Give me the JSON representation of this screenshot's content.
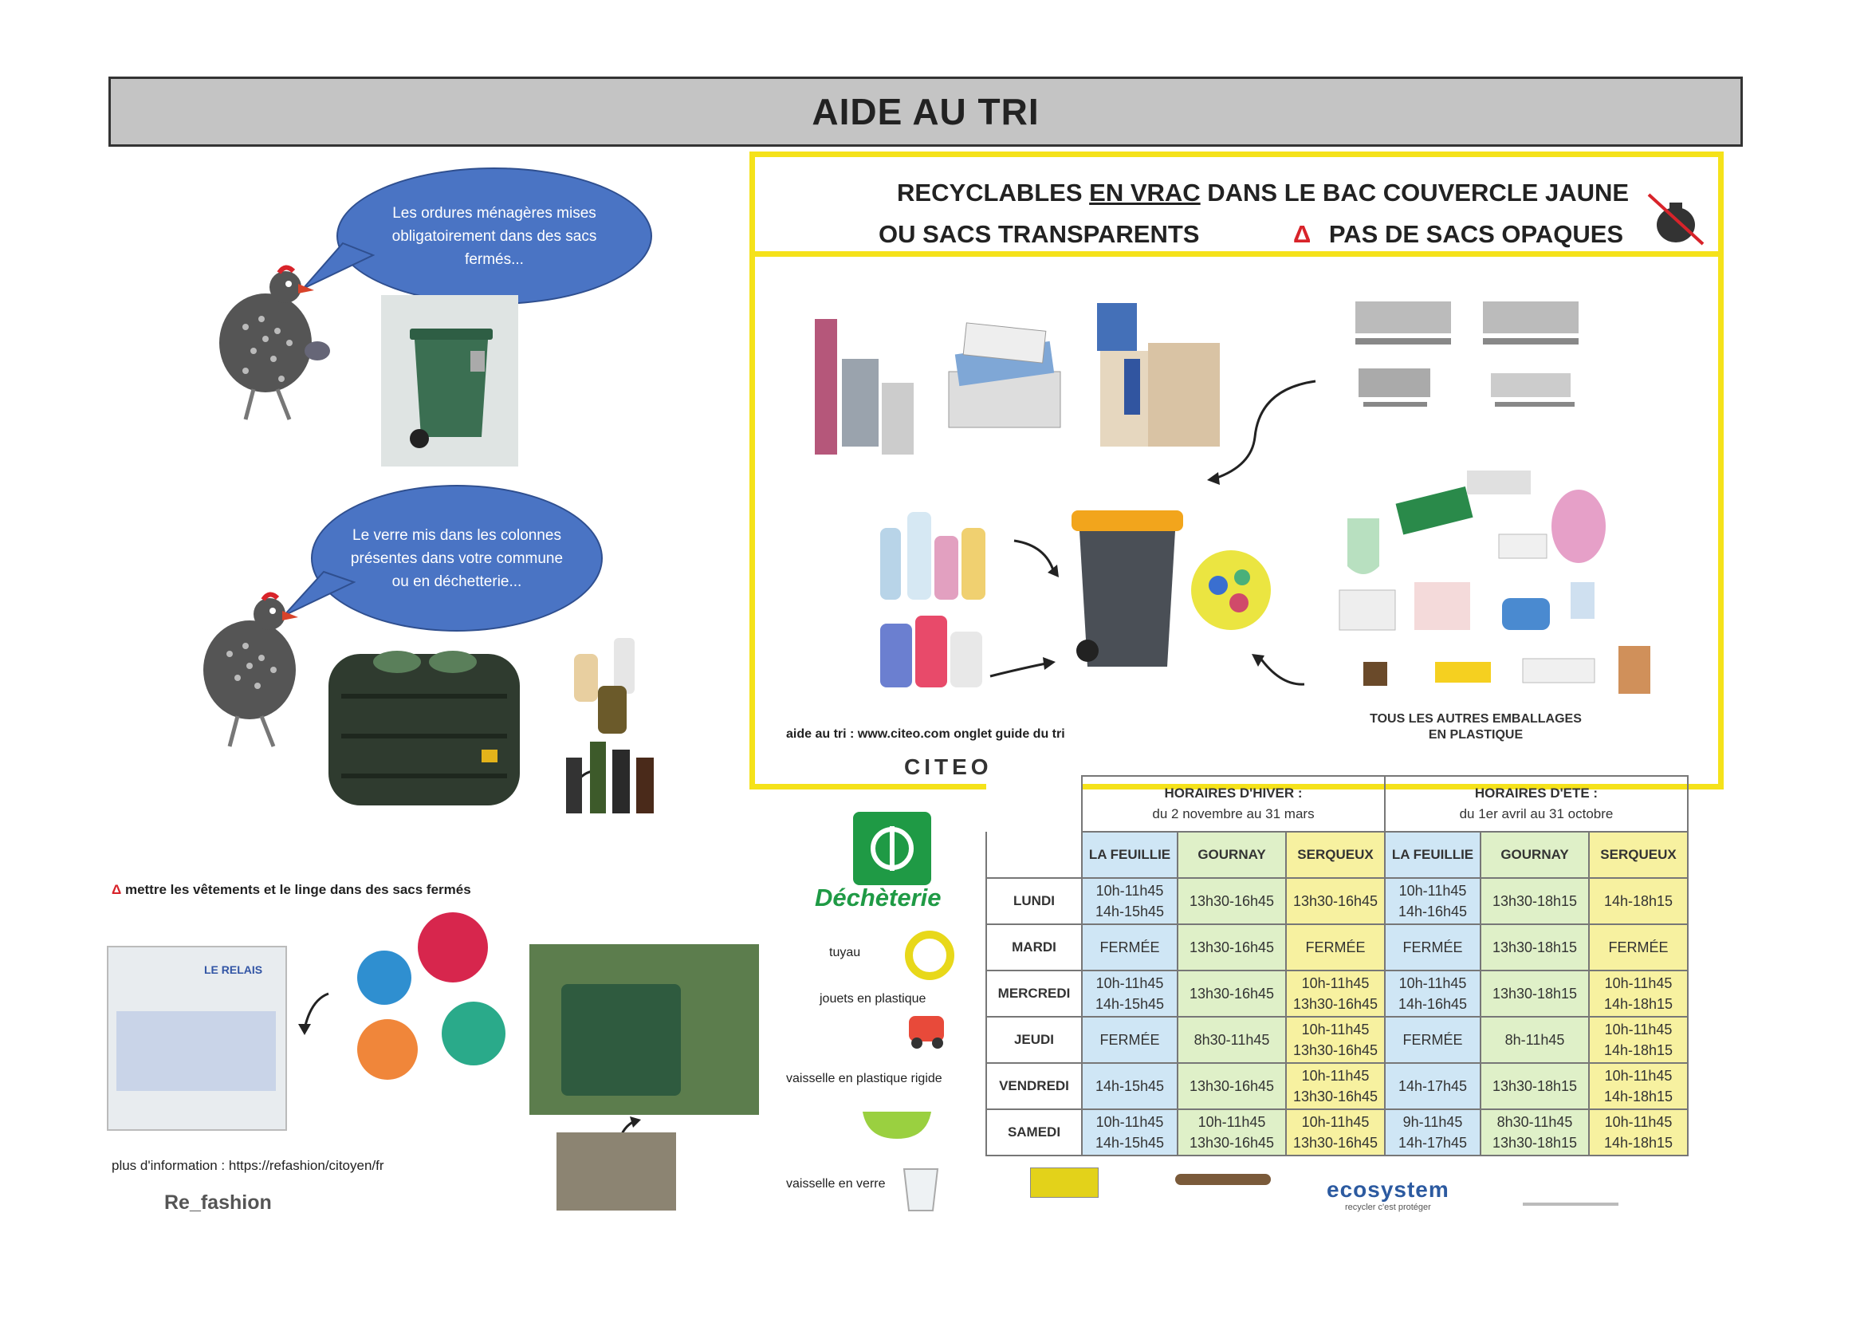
{
  "title": "AIDE AU TRI",
  "recyclables": {
    "line1_a": "RECYCLABLES ",
    "line1_b": "EN VRAC",
    "line1_c": " DANS LE BAC COUVERCLE JAUNE",
    "line2_a": "OU SACS TRANSPARENTS",
    "warn_symbol": "Δ",
    "line2_b": "PAS DE SACS OPAQUES",
    "other_packaging": "TOUS LES AUTRES EMBALLAGES EN PLASTIQUE",
    "help": "aide au tri : www.citeo.com onglet guide du tri",
    "logo": "CITEO"
  },
  "bubbles": {
    "household": "Les ordures ménagères mises obligatoirement dans des sacs fermés...",
    "glass": "Le verre mis dans les colonnes présentes dans votre commune ou en déchetterie..."
  },
  "textile": {
    "warn_symbol": "Δ",
    "note": "mettre  les vêtements et le linge dans des sacs fermés",
    "info": "plus d'information : https://refashion/citoyen/fr",
    "logo": "Re_fashion",
    "bin_label": "LE RELAIS"
  },
  "decheterie": {
    "label": "Déchèterie",
    "items": [
      "tuyau",
      "jouets en plastique",
      "vaisselle en plastique rigide",
      "vaisselle en verre"
    ]
  },
  "schedule": {
    "winter_title": "HORAIRES D'HIVER :",
    "winter_range": "du 2 novembre au 31 mars",
    "summer_title": "HORAIRES D'ETE :",
    "summer_range": "du 1er avril au 31 octobre",
    "columns": [
      "LA FEUILLIE",
      "GOURNAY",
      "SERQUEUX",
      "LA FEUILLIE",
      "GOURNAY",
      "SERQUEUX"
    ],
    "rows": [
      {
        "day": "LUNDI",
        "cells": [
          "10h-11h45\n14h-15h45",
          "13h30-16h45",
          "13h30-16h45",
          "10h-11h45\n14h-16h45",
          "13h30-18h15",
          "14h-18h15"
        ]
      },
      {
        "day": "MARDI",
        "cells": [
          "FERMÉE",
          "13h30-16h45",
          "FERMÉE",
          "FERMÉE",
          "13h30-18h15",
          "FERMÉE"
        ]
      },
      {
        "day": "MERCREDI",
        "cells": [
          "10h-11h45\n14h-15h45",
          "13h30-16h45",
          "10h-11h45\n13h30-16h45",
          "10h-11h45\n14h-16h45",
          "13h30-18h15",
          "10h-11h45\n14h-18h15"
        ]
      },
      {
        "day": "JEUDI",
        "cells": [
          "FERMÉE",
          "8h30-11h45",
          "10h-11h45\n13h30-16h45",
          "FERMÉE",
          "8h-11h45",
          "10h-11h45\n14h-18h15"
        ]
      },
      {
        "day": "VENDREDI",
        "cells": [
          "14h-15h45",
          "13h30-16h45",
          "10h-11h45\n13h30-16h45",
          "14h-17h45",
          "13h30-18h15",
          "10h-11h45\n14h-18h15"
        ]
      },
      {
        "day": "SAMEDI",
        "cells": [
          "10h-11h45\n14h-15h45",
          "10h-11h45\n13h30-16h45",
          "10h-11h45\n13h30-16h45",
          "9h-11h45\n14h-17h45",
          "8h30-11h45\n13h30-18h15",
          "10h-11h45\n14h-18h15"
        ]
      }
    ]
  },
  "partners": {
    "ecosystem": "ecosystem",
    "ecosystem_tagline": "recycler c'est protéger"
  }
}
